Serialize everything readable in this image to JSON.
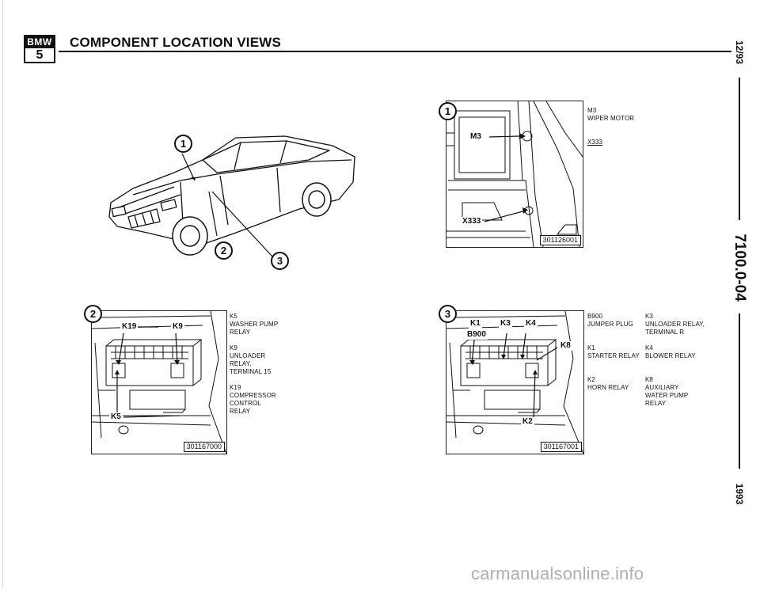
{
  "header": {
    "logo_top": "BMW",
    "logo_bottom": "5",
    "title": "COMPONENT LOCATION VIEWS"
  },
  "sidebar": {
    "date": "12/93",
    "section": "7100.0-04",
    "year": "1993"
  },
  "callouts": [
    "1",
    "2",
    "3"
  ],
  "panel1": {
    "callout": "1",
    "part_number": "301126001",
    "tags": [
      "M3",
      "X333"
    ],
    "legend": [
      {
        "code": "M3",
        "desc": "WIPER MOTOR"
      },
      {
        "code": "X333",
        "desc": ""
      }
    ]
  },
  "panel2": {
    "callout": "2",
    "part_number": "301167000",
    "tags": [
      "K19",
      "K9",
      "K5"
    ],
    "legend": [
      {
        "code": "K5",
        "desc": [
          "WASHER PUMP",
          "RELAY"
        ]
      },
      {
        "code": "K9",
        "desc": [
          "UNLOADER",
          "RELAY,",
          "TERMINAL 15"
        ]
      },
      {
        "code": "K19",
        "desc": [
          "COMPRESSOR",
          "CONTROL",
          "RELAY"
        ]
      }
    ]
  },
  "panel3": {
    "callout": "3",
    "part_number": "301167001",
    "tags": [
      "K1",
      "K3",
      "K4",
      "B900",
      "K8",
      "K2"
    ],
    "legend_left": [
      {
        "code": "B900",
        "desc": [
          "JUMPER PLUG"
        ]
      },
      {
        "code": "K1",
        "desc": [
          "STARTER RELAY"
        ]
      },
      {
        "code": "K2",
        "desc": [
          "HORN RELAY"
        ]
      }
    ],
    "legend_right": [
      {
        "code": "K3",
        "desc": [
          "UNLOADER RELAY,",
          "TERMINAL R"
        ]
      },
      {
        "code": "K4",
        "desc": [
          "BLOWER RELAY"
        ]
      },
      {
        "code": "K8",
        "desc": [
          "AUXILIARY",
          "WATER PUMP",
          "RELAY"
        ]
      }
    ]
  },
  "watermark": "carmanualsonline.info"
}
